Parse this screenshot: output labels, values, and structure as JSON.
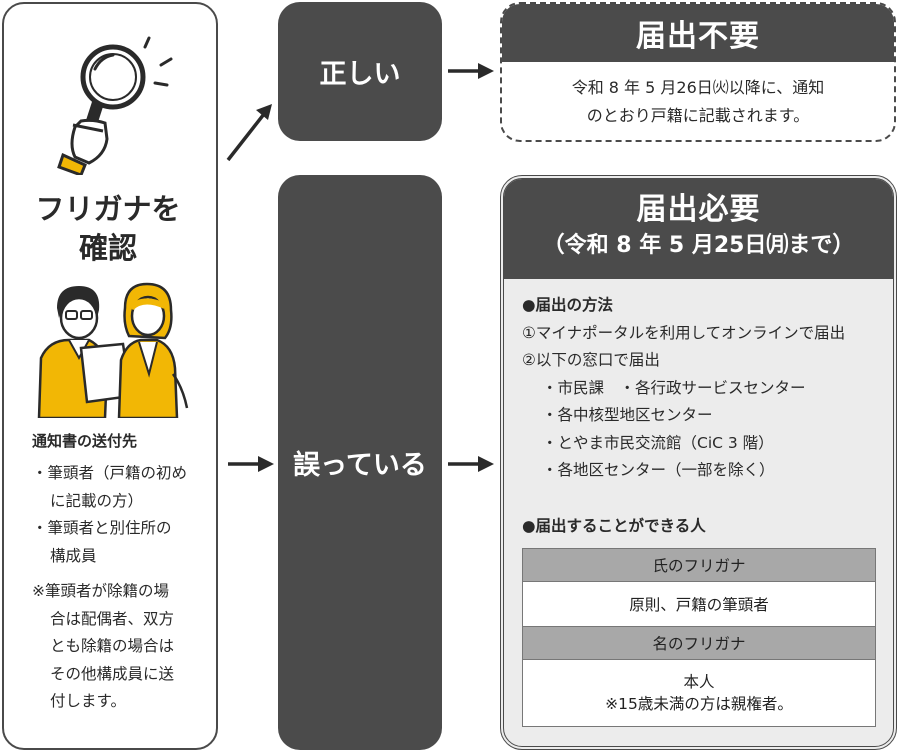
{
  "left": {
    "title_line1": "フリガナを",
    "title_line2": "確認",
    "notice_heading": "通知書の送付先",
    "recipients": [
      {
        "line1": "・筆頭者（戸籍の初め",
        "line2": "に記載の方）"
      },
      {
        "line1": "・筆頭者と別住所の",
        "line2": "構成員"
      }
    ],
    "note_lines": [
      "※筆頭者が除籍の場",
      "合は配偶者、双方",
      "とも除籍の場合は",
      "その他構成員に送",
      "付します。"
    ]
  },
  "branches": {
    "correct": "正しい",
    "incorrect": "誤っている"
  },
  "not_required": {
    "title": "届出不要",
    "body_line1": "令和 8 年 5 月26日㈫以降に、通知",
    "body_line2": "のとおり戸籍に記載されます。"
  },
  "required": {
    "title": "届出必要",
    "deadline": "（令和 8 年 5 月25日㈪まで）",
    "method_heading": "●届出の方法",
    "method_1": "①マイナポータルを利用してオンラインで届出",
    "method_2": "②以下の窓口で届出",
    "windows": [
      "・市民課　・各行政サービスセンター",
      "・各中核型地区センター",
      "・とやま市民交流館（CiC 3 階）",
      "・各地区センター（一部を除く）"
    ],
    "who_heading": "●届出することができる人",
    "table": [
      {
        "header": "氏のフリガナ",
        "value_line1": "原則、戸籍の筆頭者",
        "value_line2": ""
      },
      {
        "header": "名のフリガナ",
        "value_line1": "本人",
        "value_line2": "※15歳未満の方は親権者。"
      }
    ]
  },
  "colors": {
    "dark": "#4b4b4b",
    "accent_yellow": "#f2b705",
    "panel_gray": "#ececec",
    "table_header": "#a8a8a8"
  },
  "icons": [
    "magnifier-in-hand-icon",
    "two-people-reading-illustration",
    "arrow-right-icon",
    "arrow-up-right-icon"
  ]
}
